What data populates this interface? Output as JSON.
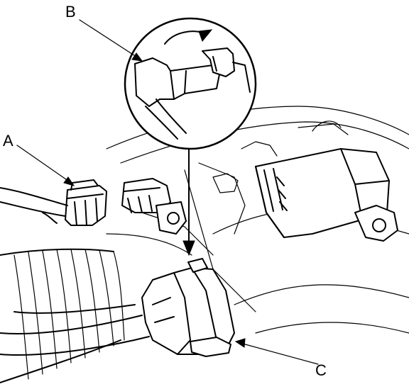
{
  "diagram": {
    "callouts": {
      "a": "A",
      "b": "B",
      "c": "C"
    }
  }
}
